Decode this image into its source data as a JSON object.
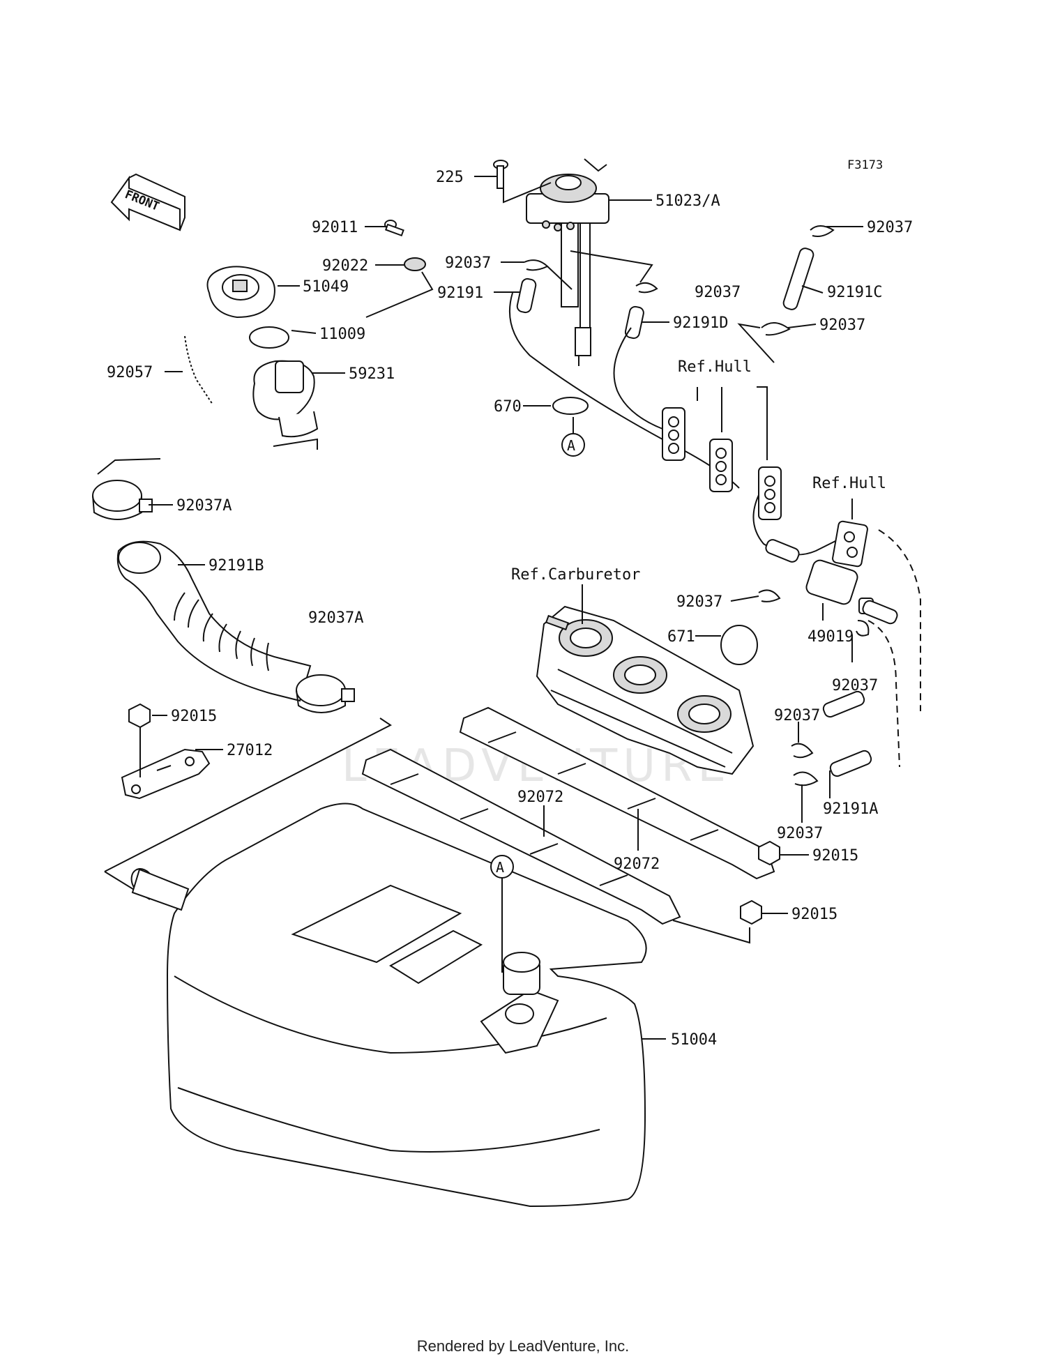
{
  "figure_code": "F3173",
  "front_label": "FRONT",
  "watermark": "LEADVENTURE",
  "footer": "Rendered by LeadVenture, Inc.",
  "reference_marker": "A",
  "labels": {
    "l225": "225",
    "l51023A": "51023/A",
    "l92037_top_right": "92037",
    "l92011": "92011",
    "l92022": "92022",
    "l92037_pump": "92037",
    "l51049": "51049",
    "l92191": "92191",
    "l92037_mid": "92037",
    "l92191C": "92191C",
    "l11009": "11009",
    "l92191D": "92191D",
    "l92037_right": "92037",
    "l92057": "92057",
    "l59231": "59231",
    "l670": "670",
    "ref_hull_1": "Ref.Hull",
    "ref_hull_2": "Ref.Hull",
    "l92037A_top": "92037A",
    "l92191B": "92191B",
    "ref_carb": "Ref.Carburetor",
    "l92037_filter": "92037",
    "l671": "671",
    "l49019": "49019",
    "l92037A_bottom": "92037A",
    "l92037_filter_lower": "92037",
    "l92015_left": "92015",
    "l92037_lower1": "92037",
    "l27012": "27012",
    "l92072_a": "92072",
    "l92191A": "92191A",
    "l92037_lower2": "92037",
    "l92072_b": "92072",
    "l92015_right1": "92015",
    "l92015_right2": "92015",
    "l51004": "51004"
  }
}
